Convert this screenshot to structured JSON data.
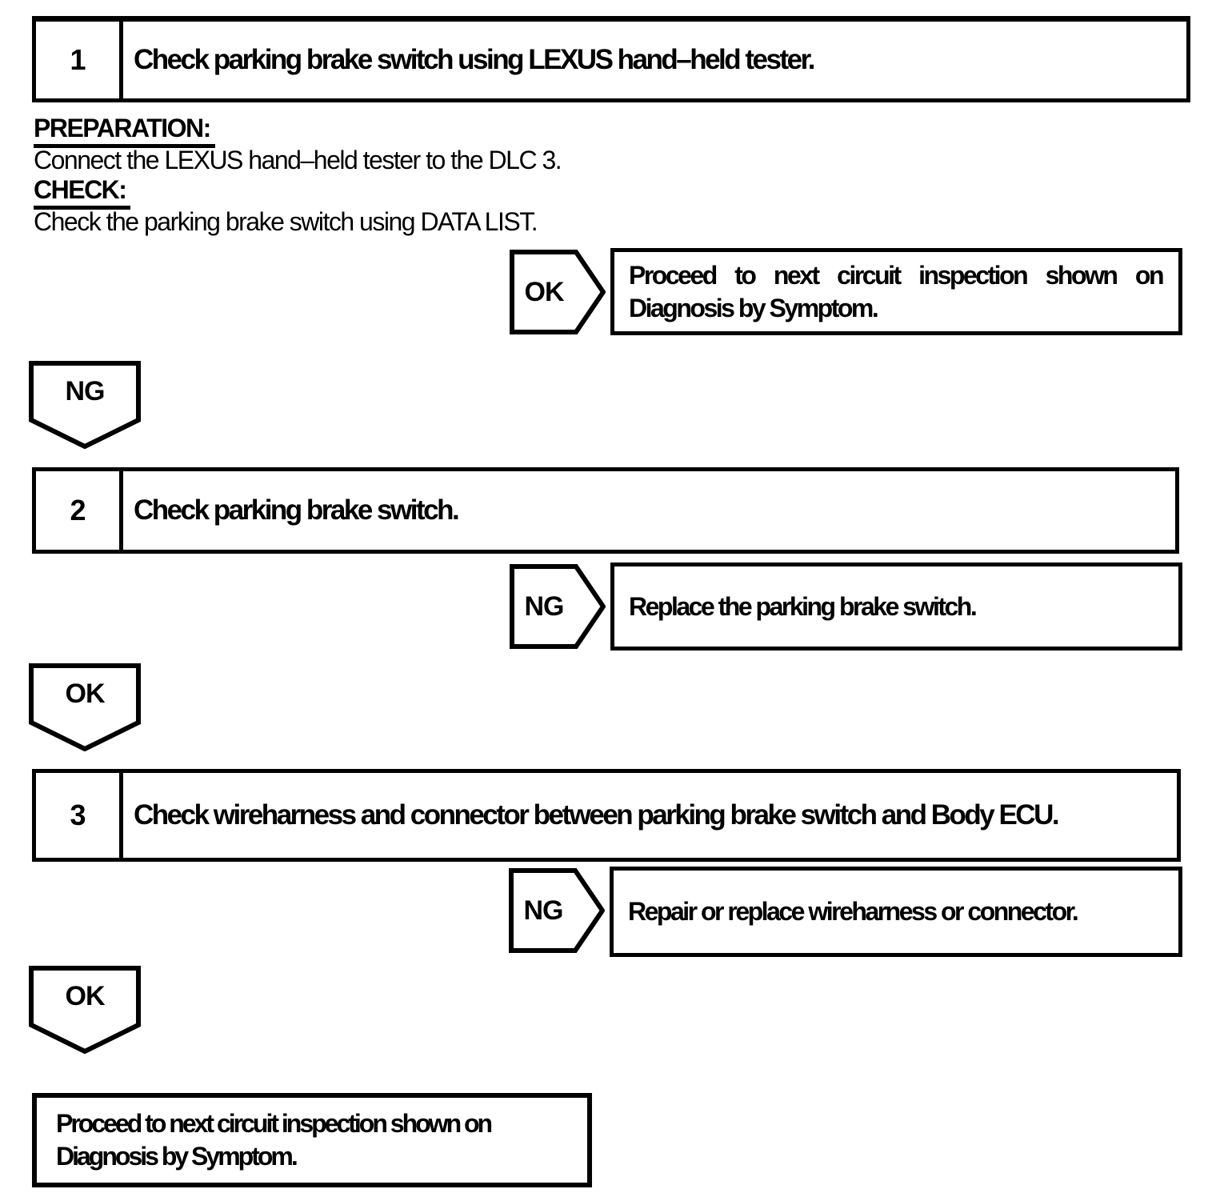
{
  "flow": {
    "steps": [
      {
        "number": "1",
        "title": "Check parking brake switch using LEXUS hand–held tester."
      },
      {
        "number": "2",
        "title": "Check parking brake switch."
      },
      {
        "number": "3",
        "title": "Check wireharness and connector between parking brake switch and Body ECU."
      }
    ],
    "instructions": [
      {
        "label": "PREPARATION:",
        "text": "Connect the LEXUS hand–held tester to the DLC 3."
      },
      {
        "label": "CHECK:",
        "text": "Check the parking brake switch using DATA LIST."
      }
    ],
    "branches": [
      {
        "tag": "OK",
        "lines": [
          "Proceed to next circuit inspection shown on",
          "Diagnosis by Symptom."
        ]
      },
      {
        "tag": "NG",
        "lines": [
          "Replace the parking brake switch."
        ]
      },
      {
        "tag": "NG",
        "lines": [
          "Repair or replace wireharness or connector."
        ]
      }
    ],
    "connectors": [
      {
        "tag": "NG"
      },
      {
        "tag": "OK"
      },
      {
        "tag": "OK"
      }
    ],
    "terminal": {
      "lines": [
        "Proceed to next circuit inspection shown on",
        "Diagnosis by Symptom."
      ]
    }
  },
  "colors": {
    "ink": "#000000",
    "paper": "#ffffff"
  }
}
